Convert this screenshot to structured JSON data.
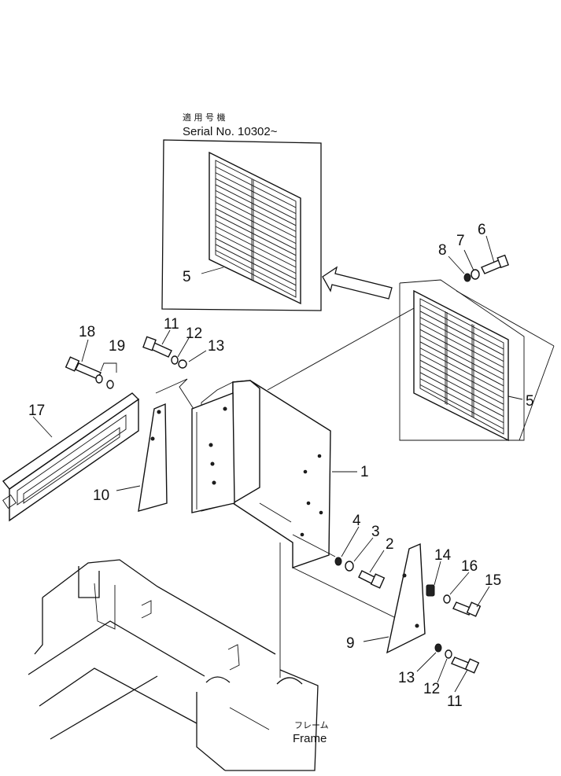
{
  "labels": {
    "serial_jp": "適 用 号 機",
    "serial_no": "Serial No. 10302~",
    "frame_jp": "フレーム",
    "frame_en": "Frame"
  },
  "callouts": {
    "p1": "1",
    "p2": "2",
    "p3": "3",
    "p4": "4",
    "p5a": "5",
    "p5b": "5",
    "p6": "6",
    "p7": "7",
    "p8": "8",
    "p9": "9",
    "p10": "10",
    "p11a": "11",
    "p11b": "11",
    "p12a": "12",
    "p12b": "12",
    "p13a": "13",
    "p13b": "13",
    "p14": "14",
    "p15": "15",
    "p16": "16",
    "p17": "17",
    "p18": "18",
    "p19": "19"
  }
}
